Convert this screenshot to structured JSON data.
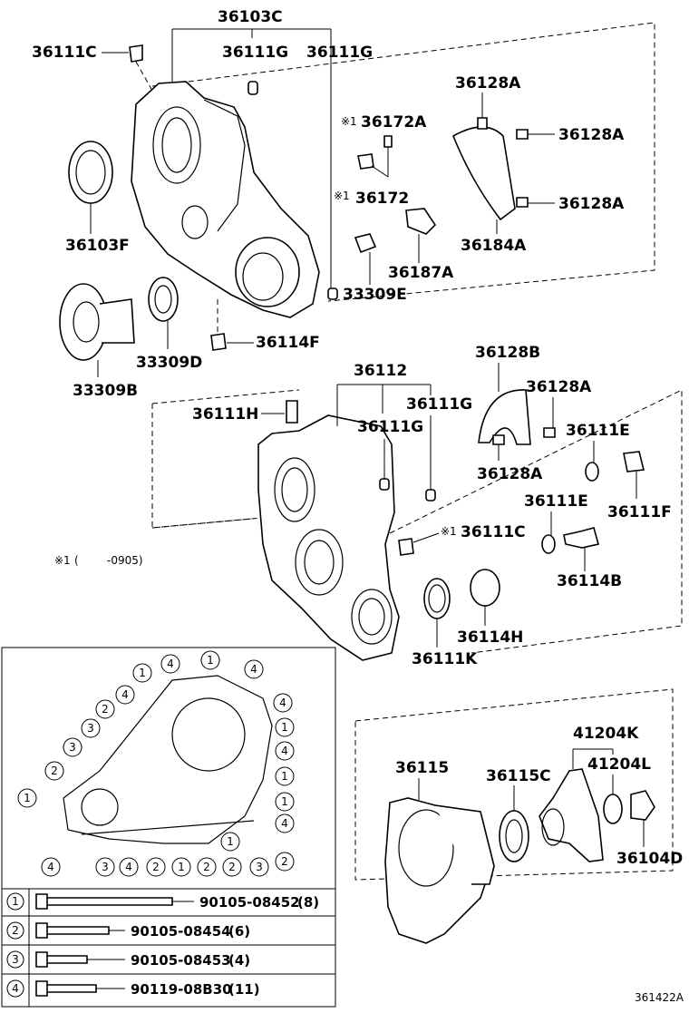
{
  "labels": {
    "p36103C": "36103C",
    "p36111C_top": "36111C",
    "p36111G_a": "36111G",
    "p36111G_b": "36111G",
    "p36128A_1": "36128A",
    "p36128A_2": "36128A",
    "p36128A_3": "36128A",
    "p36172A": "36172A",
    "p36172": "36172",
    "p36184A": "36184A",
    "p36187A": "36187A",
    "p33309E": "33309E",
    "p36103F": "36103F",
    "p36114F": "36114F",
    "p33309D": "33309D",
    "p33309B": "33309B",
    "p36112": "36112",
    "p36128B": "36128B",
    "p36111H": "36111H",
    "p36111G_c": "36111G",
    "p36111G_d": "36111G",
    "p36128A_4": "36128A",
    "p36111E_a": "36111E",
    "p36128A_5": "36128A",
    "p36111F": "36111F",
    "p36111C_mid": "36111C",
    "p36111E_b": "36111E",
    "p36114B": "36114B",
    "p36114H": "36114H",
    "p36111K": "36111K",
    "p41204K": "41204K",
    "p36115": "36115",
    "p36115C": "36115C",
    "p41204L": "41204L",
    "p36104D": "36104D"
  },
  "marks": {
    "star": "※1"
  },
  "note": {
    "mark": "※1",
    "open": "(",
    "range": "-0905)"
  },
  "bolt_table": [
    {
      "num": "1",
      "part": "90105-08452",
      "qty": "(8)"
    },
    {
      "num": "2",
      "part": "90105-08454",
      "qty": "(6)"
    },
    {
      "num": "3",
      "part": "90105-08453",
      "qty": "(4)"
    },
    {
      "num": "4",
      "part": "90119-08B30",
      "qty": "(11)"
    }
  ],
  "circle_nums": [
    "4",
    "1",
    "4",
    "1",
    "4",
    "4",
    "2",
    "1",
    "3",
    "4",
    "3",
    "1",
    "2",
    "1",
    "3",
    "4",
    "2",
    "1",
    "2",
    "2",
    "3",
    "2",
    "4",
    "1",
    "4",
    "1"
  ],
  "diagram_ref": "361422A"
}
